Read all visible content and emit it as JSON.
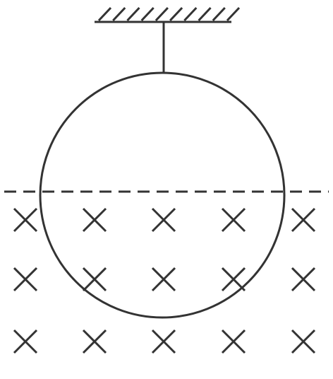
{
  "diagram": {
    "stroke_color": "#333333",
    "background": "#ffffff",
    "support": {
      "hatch_count": 10
    },
    "field": {
      "direction": "into-page",
      "symbol": "cross",
      "rows": 3,
      "columns": 5
    },
    "boundary": {
      "style": "dashed"
    },
    "ring": {
      "shape": "circle"
    }
  }
}
